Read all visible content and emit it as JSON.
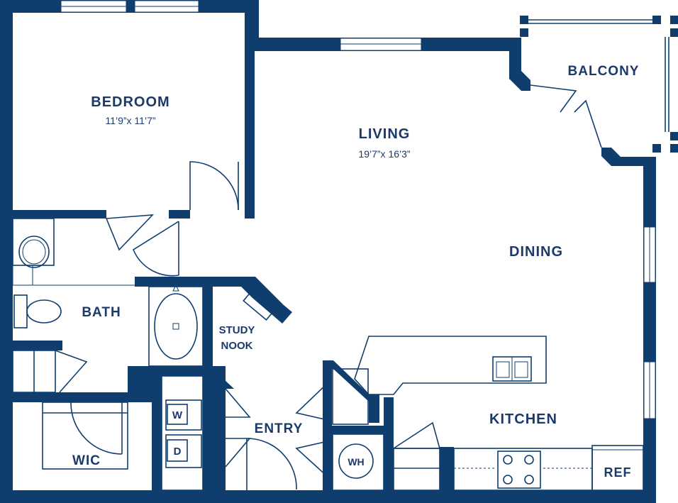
{
  "rooms": {
    "bedroom": {
      "name": "BEDROOM",
      "dims": "11’9”x 11’7”"
    },
    "living": {
      "name": "LIVING",
      "dims": "19’7”x 16’3”"
    },
    "balcony": {
      "name": "BALCONY"
    },
    "dining": {
      "name": "DINING"
    },
    "bath": {
      "name": "BATH"
    },
    "study": {
      "line1": "STUDY",
      "line2": "NOOK"
    },
    "entry": {
      "name": "ENTRY"
    },
    "kitchen": {
      "name": "KITCHEN"
    },
    "wic": {
      "name": "WIC"
    },
    "ref": {
      "name": "REF"
    }
  },
  "appliances": {
    "washer": "W",
    "dryer": "D",
    "water_heater": "WH"
  },
  "colors": {
    "wall": "#0f3e6e",
    "text": "#1b3a6a",
    "background": "#ffffff"
  }
}
